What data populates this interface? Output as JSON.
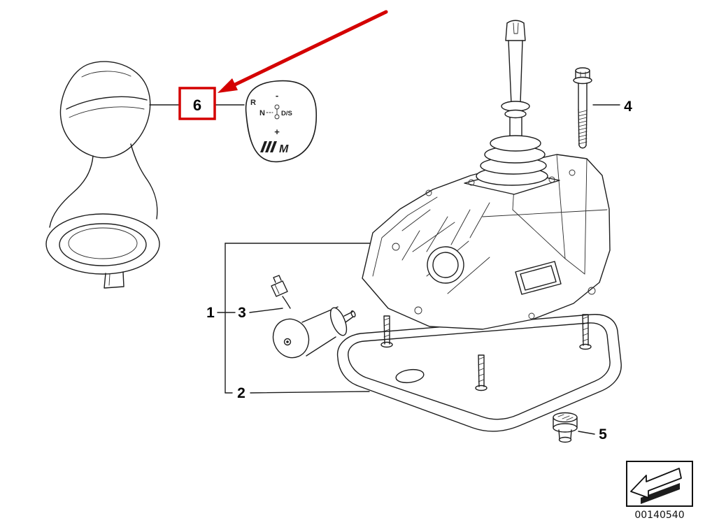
{
  "diagram": {
    "background_color": "#ffffff",
    "line_color": "#1d1d1d",
    "highlight_color": "#d40000",
    "callouts": {
      "gear_selector_assembly": "1",
      "gasket": "2",
      "lock_switch": "3",
      "bolt": "4",
      "grommet": "5",
      "shift_knob_emblem": "6"
    },
    "emblem": {
      "reverse": "R",
      "neutral": "N",
      "drive_sport": "D/S",
      "minus": "-",
      "plus": "+",
      "logo_letter": "M"
    },
    "stamp": {
      "part_number": "00140540"
    }
  }
}
